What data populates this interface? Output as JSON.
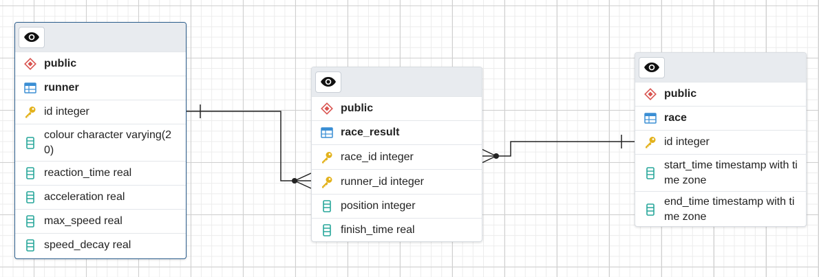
{
  "icons": {
    "eye": "eye-icon",
    "schema": "schema-icon",
    "table": "table-icon",
    "key": "primary-key-icon",
    "column": "column-icon"
  },
  "colors": {
    "schema_red": "#d9534f",
    "table_blue": "#3a8ed4",
    "key_gold": "#e3b21c",
    "column_teal": "#26a69a",
    "relation": "#222222",
    "selected_border": "#2b5d8c"
  },
  "tables": {
    "runner": {
      "schema": "public",
      "name": "runner",
      "columns": [
        {
          "label": "id integer",
          "key": true
        },
        {
          "label": "colour character varying(20)",
          "key": false
        },
        {
          "label": "reaction_time real",
          "key": false
        },
        {
          "label": "acceleration real",
          "key": false
        },
        {
          "label": "max_speed real",
          "key": false
        },
        {
          "label": "speed_decay real",
          "key": false
        }
      ]
    },
    "race_result": {
      "schema": "public",
      "name": "race_result",
      "columns": [
        {
          "label": "race_id integer",
          "key": true
        },
        {
          "label": "runner_id integer",
          "key": true
        },
        {
          "label": "position integer",
          "key": false
        },
        {
          "label": "finish_time real",
          "key": false
        }
      ]
    },
    "race": {
      "schema": "public",
      "name": "race",
      "columns": [
        {
          "label": "id integer",
          "key": true
        },
        {
          "label": "start_time timestamp with time zone",
          "key": false
        },
        {
          "label": "end_time timestamp with time zone",
          "key": false
        }
      ]
    }
  },
  "relations": [
    {
      "from": "race_result.runner_id",
      "to": "runner.id",
      "cardinality": "many-to-one"
    },
    {
      "from": "race_result.race_id",
      "to": "race.id",
      "cardinality": "many-to-one"
    }
  ]
}
